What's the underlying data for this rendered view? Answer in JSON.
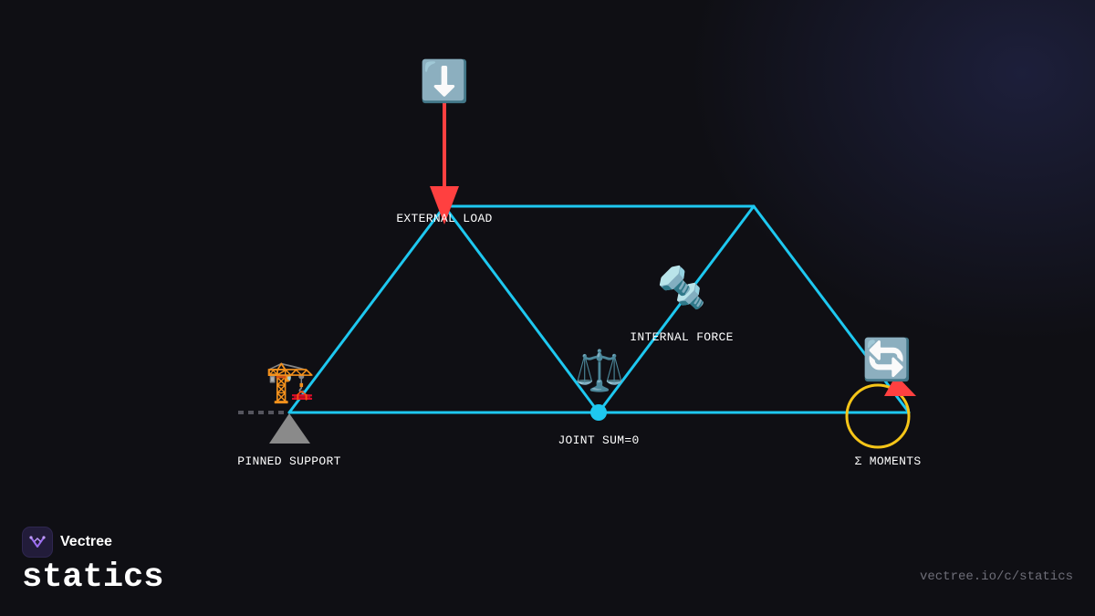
{
  "diagram": {
    "labels": {
      "external_load": "EXTERNAL LOAD",
      "internal_force": "INTERNAL FORCE",
      "pinned_support": "PINNED SUPPORT",
      "joint_sum": "JOINT SUM=0",
      "moments": "Σ MOMENTS"
    },
    "icons": {
      "down_arrow": "⬇️",
      "crane": "🏗️",
      "scales": "⚖️",
      "bolt": "🔩",
      "rotate": "🔄"
    },
    "colors": {
      "truss": "#1ec8f0",
      "load_arrow": "#ff4040",
      "moment_circle": "#f5c518",
      "support": "#8a8a8a",
      "background": "#0f0f14"
    }
  },
  "branding": {
    "name": "Vectree",
    "topic": "statics",
    "url": "vectree.io/c/statics"
  }
}
